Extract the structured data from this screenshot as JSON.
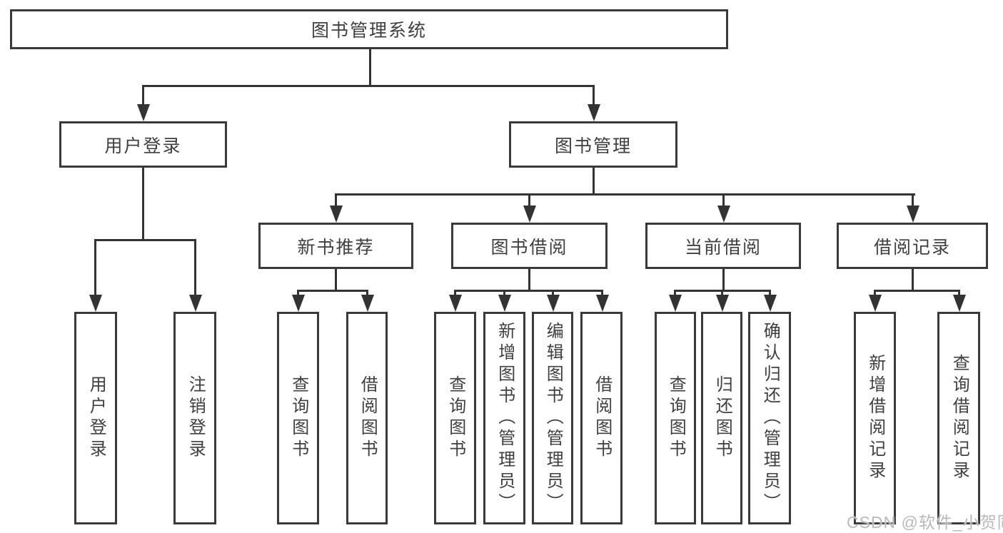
{
  "diagram": {
    "root": {
      "label": "图书管理系统"
    },
    "branches": [
      {
        "label": "用户登录",
        "children": [
          {
            "label": "用户登录"
          },
          {
            "label": "注销登录"
          }
        ]
      },
      {
        "label": "图书管理",
        "children": [
          {
            "label": "新书推荐",
            "children": [
              {
                "label": "查询图书"
              },
              {
                "label": "借阅图书"
              }
            ]
          },
          {
            "label": "图书借阅",
            "children": [
              {
                "label": "查询图书"
              },
              {
                "label": "新增图书（管理员）"
              },
              {
                "label": "编辑图书（管理员）"
              },
              {
                "label": "借阅图书"
              }
            ]
          },
          {
            "label": "当前借阅",
            "children": [
              {
                "label": "查询图书"
              },
              {
                "label": "归还图书"
              },
              {
                "label": "确认归还（管理员）"
              }
            ]
          },
          {
            "label": "借阅记录",
            "children": [
              {
                "label": "新增借阅记录"
              },
              {
                "label": "查询借阅记录"
              }
            ]
          }
        ]
      }
    ]
  },
  "watermark": {
    "text": "CSDN @软件_小贺同学"
  },
  "colors": {
    "line": "#333333",
    "box_border": "#3a3a3a",
    "text": "#3f3f3f",
    "watermark": "#b9b9b9",
    "background": "#ffffff"
  }
}
